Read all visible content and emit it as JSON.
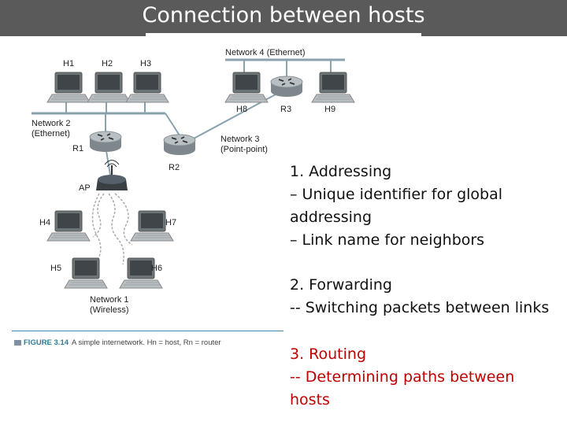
{
  "title": "Connection between hosts",
  "figure": {
    "network_labels": {
      "net4": "Network 4 (Ethernet)",
      "net2_line1": "Network 2",
      "net2_line2": "(Ethernet)",
      "net3_line1": "Network 3",
      "net3_line2": "(Point-point)",
      "net1_line1": "Network 1",
      "net1_line2": "(Wireless)"
    },
    "hosts": [
      "H1",
      "H2",
      "H3",
      "H4",
      "H5",
      "H6",
      "H7",
      "H8",
      "H9"
    ],
    "routers": [
      "R1",
      "R2",
      "R3"
    ],
    "access_point": "AP",
    "caption_tag": "FIGURE 3.14",
    "caption_text": "A simple internetwork. Hn = host, Rn = router"
  },
  "points": {
    "addressing": {
      "heading": "1. Addressing",
      "items": [
        "– Unique identifier for global",
        "addressing",
        "– Link name for neighbors"
      ]
    },
    "forwarding": {
      "heading": "2. Forwarding",
      "items": [
        "-- Switching packets between links"
      ]
    },
    "routing": {
      "heading": "3. Routing",
      "items": [
        "-- Determining paths between",
        "hosts"
      ]
    }
  },
  "colors": {
    "title_bar": "#5a5a5a",
    "routing_text": "#c00000"
  }
}
